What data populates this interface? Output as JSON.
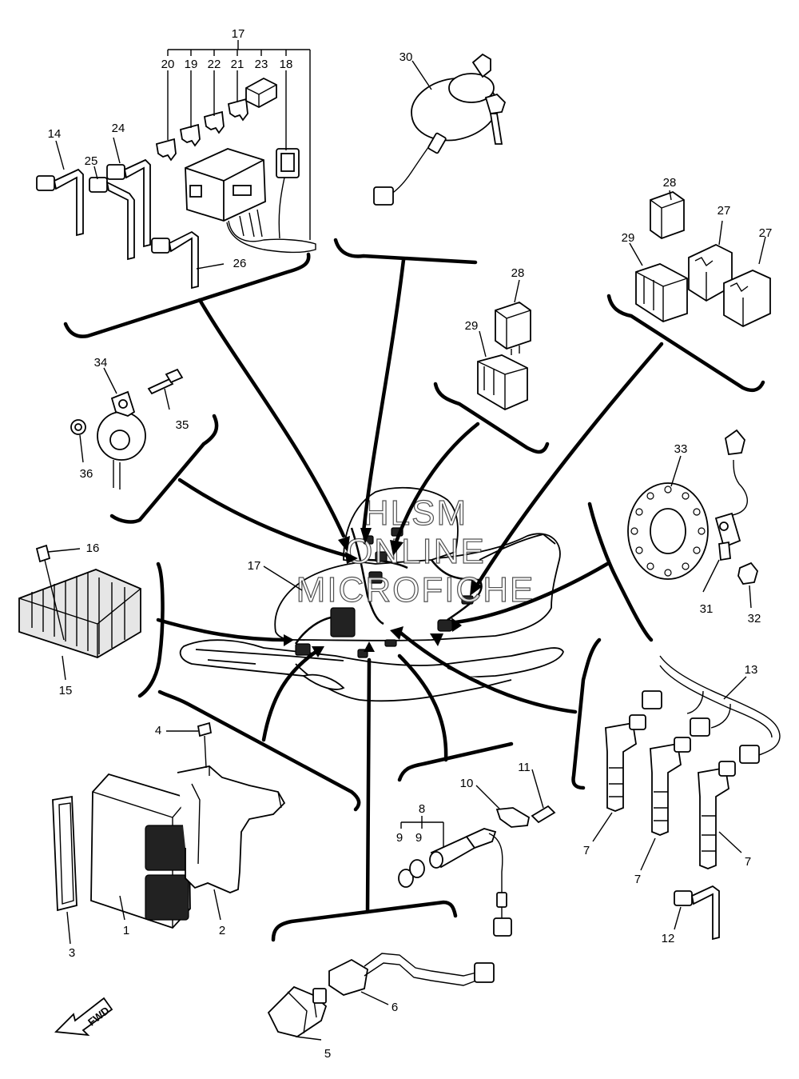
{
  "labels": {
    "l1": "1",
    "l2": "2",
    "l3": "3",
    "l4": "4",
    "l5": "5",
    "l6": "6",
    "l7a": "7",
    "l7b": "7",
    "l7c": "7",
    "l8": "8",
    "l9a": "9",
    "l9b": "9",
    "l10": "10",
    "l11": "11",
    "l12": "12",
    "l13": "13",
    "l14": "14",
    "l15": "15",
    "l16": "16",
    "l17": "17",
    "l17b": "17",
    "l18": "18",
    "l19": "19",
    "l20": "20",
    "l21": "21",
    "l22": "22",
    "l23": "23",
    "l24": "24",
    "l25": "25",
    "l26": "26",
    "l27a": "27",
    "l27b": "27",
    "l28a": "28",
    "l28b": "28",
    "l29a": "29",
    "l29b": "29",
    "l30": "30",
    "l31": "31",
    "l32": "32",
    "l33": "33",
    "l34": "34",
    "l35": "35",
    "l36": "36"
  },
  "watermark": {
    "line1": "HLSM",
    "line2": "ONLINE",
    "line3": "MICROFICHE"
  },
  "fwd_label": "FWD"
}
